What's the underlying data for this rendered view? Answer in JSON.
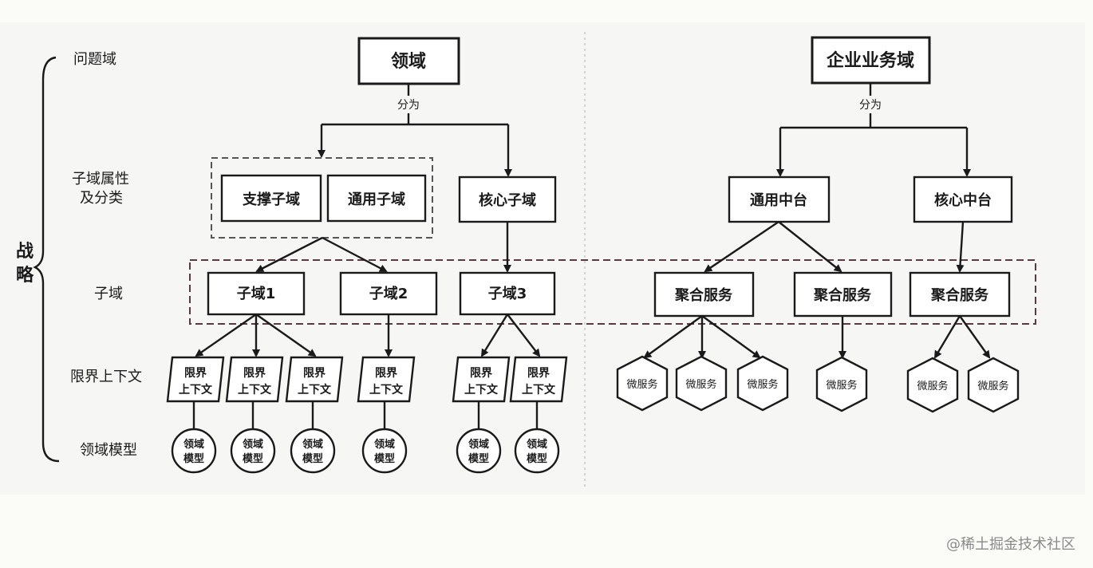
{
  "levels": {
    "problem_domain": "问题域",
    "subdomain_attr_1": "子域属性",
    "subdomain_attr_2": "及分类",
    "subdomain": "子域",
    "bounded_context": "限界上下文",
    "domain_model": "领域模型"
  },
  "strategy": {
    "char1": "战",
    "char2": "略"
  },
  "left_tree": {
    "root": "领域",
    "split_label": "分为",
    "supporting": "支撑子域",
    "generic": "通用子域",
    "core": "核心子域",
    "sub1": "子域1",
    "sub2": "子域2",
    "sub3": "子域3",
    "context_line1": "限界",
    "context_line2": "上下文",
    "model_line1": "领域",
    "model_line2": "模型"
  },
  "right_tree": {
    "root": "企业业务域",
    "split_label": "分为",
    "generic_platform": "通用中台",
    "core_platform": "核心中台",
    "aggregate_service": "聚合服务",
    "microservice": "微服务"
  },
  "watermark": "@稀土掘金技术社区"
}
